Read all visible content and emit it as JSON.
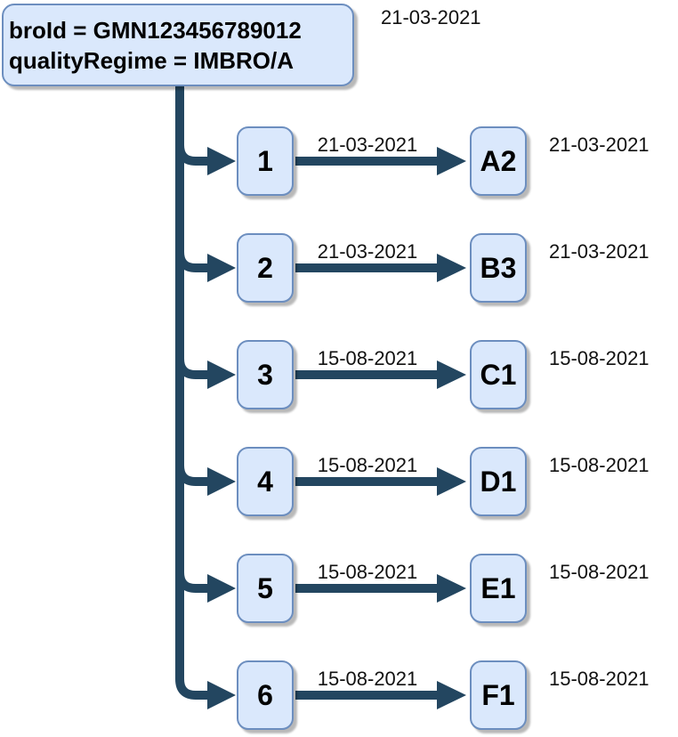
{
  "diagram": {
    "title_node": {
      "line1": "broId = GMN123456789012",
      "line2": "qualityRegime = IMBRO/A",
      "date": "21-03-2021"
    },
    "rows": [
      {
        "source": "1",
        "target": "A2",
        "edge_date": "21-03-2021",
        "target_date": "21-03-2021"
      },
      {
        "source": "2",
        "target": "B3",
        "edge_date": "21-03-2021",
        "target_date": "21-03-2021"
      },
      {
        "source": "3",
        "target": "C1",
        "edge_date": "15-08-2021",
        "target_date": "15-08-2021"
      },
      {
        "source": "4",
        "target": "D1",
        "edge_date": "15-08-2021",
        "target_date": "15-08-2021"
      },
      {
        "source": "5",
        "target": "E1",
        "edge_date": "15-08-2021",
        "target_date": "15-08-2021"
      },
      {
        "source": "6",
        "target": "F1",
        "edge_date": "15-08-2021",
        "target_date": "15-08-2021"
      }
    ],
    "colors": {
      "node_fill": "#dae8fc",
      "node_border": "#6c8ebf",
      "connector": "#234660",
      "text": "#000000"
    }
  }
}
